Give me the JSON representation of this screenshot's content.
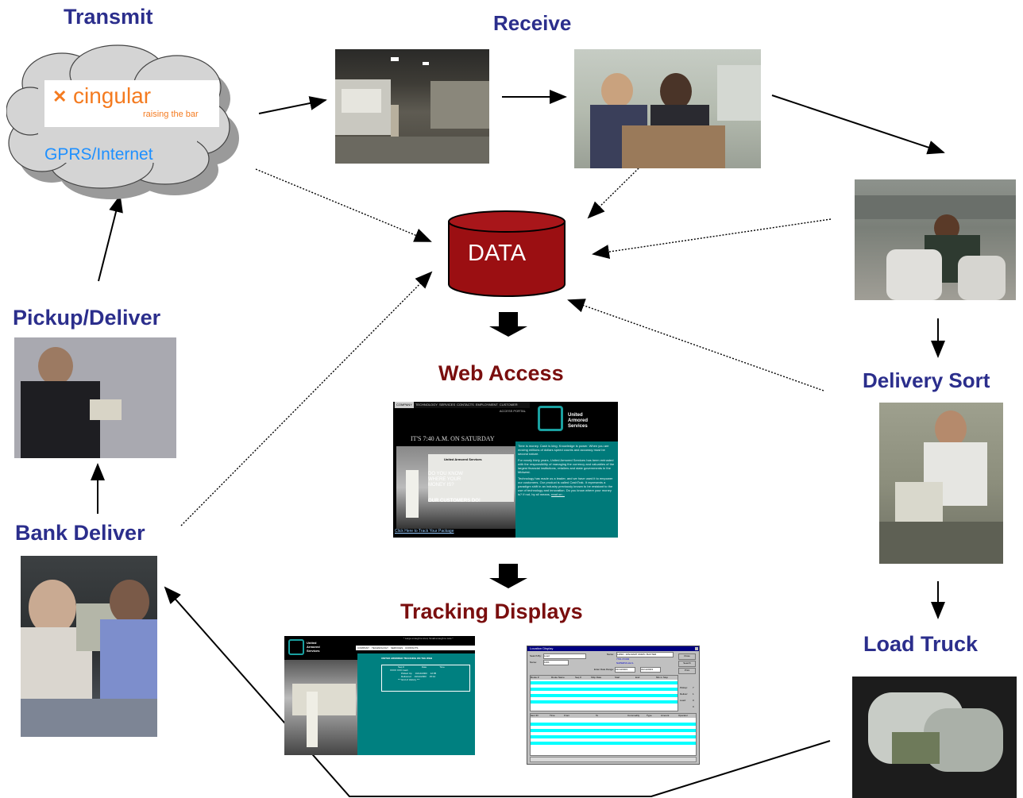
{
  "labels": {
    "transmit": "Transmit",
    "receive": "Receive",
    "pickup_deliver": "Pickup/Deliver",
    "bank_deliver": "Bank Deliver",
    "delivery_sort": "Delivery Sort",
    "load_truck": "Load Truck",
    "web_access": "Web Access",
    "tracking_displays": "Tracking Displays"
  },
  "cloud": {
    "logo_name": "cingular",
    "logo_tagline": "raising the bar",
    "network": "GPRS/Internet"
  },
  "database": {
    "label": "DATA"
  },
  "website": {
    "nav": [
      "COMPANY",
      "TECHNOLOGY",
      "SERVICES",
      "CONTACTS",
      "EMPLOYMENT",
      "CUSTOMER ACCESS PORTAL"
    ],
    "brand_line1": "United",
    "brand_line2": "Armored",
    "brand_line3": "Services",
    "headline": "IT'S 7:40 A.M. ON SATURDAY",
    "truck_text": "United Armored Services",
    "question1": "DO YOU KNOW",
    "question2": "WHERE YOUR",
    "question3": "MONEY IS?",
    "answer": "OUR CUSTOMERS DO!",
    "track_link": "Click Here to Track Your Package",
    "para1": "Time is money. Cash is king. Knowledge is power. When you are moving millions of dollars speed counts and accuracy must be second nature.",
    "para2": "For nearly thirty years, United Armored Services has been entrusted with the responsibility of managing the currency and valuables of the largest financial institutions, retailers and state governments in the Midwest.",
    "para3": "Technology has made us a leader, and we have used it to empower our customers. Our product is called CashTrak. It represents a paradigm shift in an industry previously known to be resistant to the use of technology and innovation. Do you know where your money is? If not, by all means,",
    "read_on": "read on..."
  },
  "tracking_web": {
    "tagline": "* Large enough to trust, Small enough to care *",
    "heading": "UNITED ARMORED TRACKING ON THE WEB",
    "col_seq": "Seq #",
    "col_date": "Date",
    "col_time": "Time",
    "row1": "XXXX XXX  Cash",
    "row2_event": "Picked Up",
    "row2_date": "01/14/2003",
    "row2_time": "12:05",
    "row3_event": "Delivered",
    "row3_date": "01/14/2003",
    "row3_time": "15:12",
    "end": "*** End of History ***"
  },
  "location_display": {
    "title": "Location Display",
    "search_by_label": "Search By:",
    "search_by_value": "Load",
    "name_label": "Name:",
    "name_value": "11894 - WALMART #0405 / BAXTER",
    "name_field_value": "1401",
    "extra1": "7761 POOR",
    "extra2": "NAPERVILLE IL",
    "date_range_label": "Enter Date Range:",
    "date_from": "01/13/2003",
    "date_to": "01/14/2003",
    "buttons": [
      "Close",
      "Search",
      "Print"
    ],
    "upper_cols": [
      "Route #",
      "Route Name",
      "Seq #",
      "Ship Date",
      "Start",
      "End",
      "Min in Stop"
    ],
    "lower_cols": [
      "Item ID",
      "Time",
      "From",
      "To",
      "Commodity",
      "Type",
      "Amount",
      "Operator"
    ],
    "side_labels": [
      "Pickup:",
      "Deliver:",
      "Load:"
    ],
    "side_values": [
      "7",
      "1",
      "0",
      "0"
    ]
  },
  "colors": {
    "label_blue": "#2b2e8c",
    "label_red": "#7a0e0e",
    "cylinder": "#9b0f12",
    "teal": "#008080",
    "cloud": "#d0d0d0"
  }
}
